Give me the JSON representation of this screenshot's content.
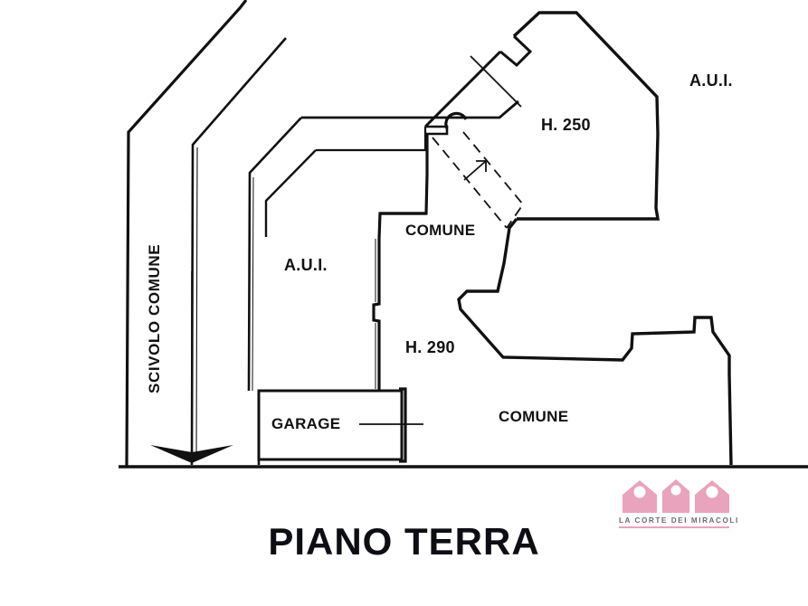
{
  "document": {
    "title": "PIANO TERRA",
    "type": "architectural-floor-plan",
    "language": "it"
  },
  "colors": {
    "line": "#111111",
    "background": "#ffffff",
    "brand_pink": "#e9a3bc",
    "brand_text": "#6c6c74",
    "label_text": "#111111"
  },
  "labels": {
    "aui_top_right": "A.U.I.",
    "h250": "H. 250",
    "comune_center": "COMUNE",
    "aui_left": "A.U.I.",
    "h290": "H. 290",
    "comune_bottom": "COMUNE",
    "garage": "GARAGE",
    "scivolo_comune": "SCIVOLO COMUNE"
  },
  "title": "PIANO TERRA",
  "brand": {
    "name": "LA CORTE DEI MIRACOLI",
    "icon": "three-houses-icon",
    "house_count": 3
  },
  "annotations": {
    "direction_arrow": "up-right-arrow",
    "slope_arrow": "down-arrow",
    "passage": "dashed-corridor"
  }
}
